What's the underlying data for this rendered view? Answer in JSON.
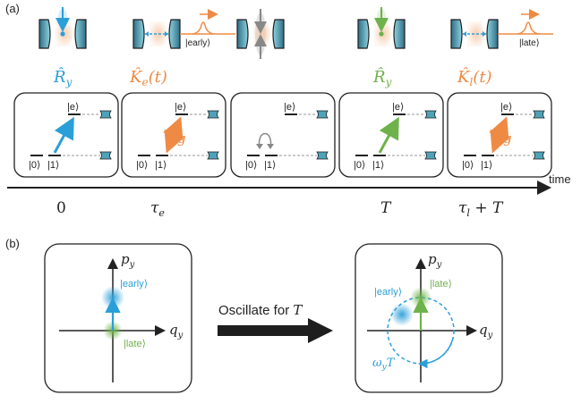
{
  "panel_a": {
    "label": "(a)",
    "operations": [
      {
        "op": "R̂",
        "sub": "y",
        "arg": "",
        "color": "#2b9fd8"
      },
      {
        "op": "K̂",
        "sub": "e",
        "arg": "(t)",
        "color": "#ee8a44",
        "photon_label": "|early⟩"
      },
      {
        "op": "",
        "sub": "",
        "arg": "",
        "color": "#888888"
      },
      {
        "op": "R̂",
        "sub": "y",
        "arg": "",
        "color": "#6db24a"
      },
      {
        "op": "K̂",
        "sub": "l",
        "arg": "(t)",
        "color": "#ee8a44",
        "photon_label": "|late⟩"
      }
    ],
    "levels": {
      "excited": "|e⟩",
      "g0": "|0⟩",
      "g1": "|1⟩",
      "coupling": "g"
    },
    "timeline": {
      "axis_label": "time",
      "ticks": [
        {
          "main": "0",
          "sub": "",
          "suffix": ""
        },
        {
          "main": "τ",
          "sub": "e",
          "suffix": ""
        },
        {
          "main": "T",
          "sub": "",
          "suffix": ""
        },
        {
          "main": "τ",
          "sub": "l",
          "suffix": " + T"
        }
      ]
    }
  },
  "panel_b": {
    "label": "(b)",
    "left": {
      "y_axis": {
        "main": "p",
        "sub": "y"
      },
      "x_axis": {
        "main": "q",
        "sub": "y"
      },
      "early": "|early⟩",
      "late": "|late⟩"
    },
    "arrow_label": {
      "text": "Oscillate for ",
      "var": "T"
    },
    "right": {
      "y_axis": {
        "main": "p",
        "sub": "y"
      },
      "x_axis": {
        "main": "q",
        "sub": "y"
      },
      "early": "|early⟩",
      "late": "|late⟩",
      "rotation": {
        "main": "ω",
        "sub": "y",
        "suffix": "T"
      }
    }
  },
  "colors": {
    "blue": "#2b9fd8",
    "orange": "#ee8a44",
    "green": "#6db24a",
    "gray": "#888888",
    "mirror": "#4fa3b8"
  }
}
